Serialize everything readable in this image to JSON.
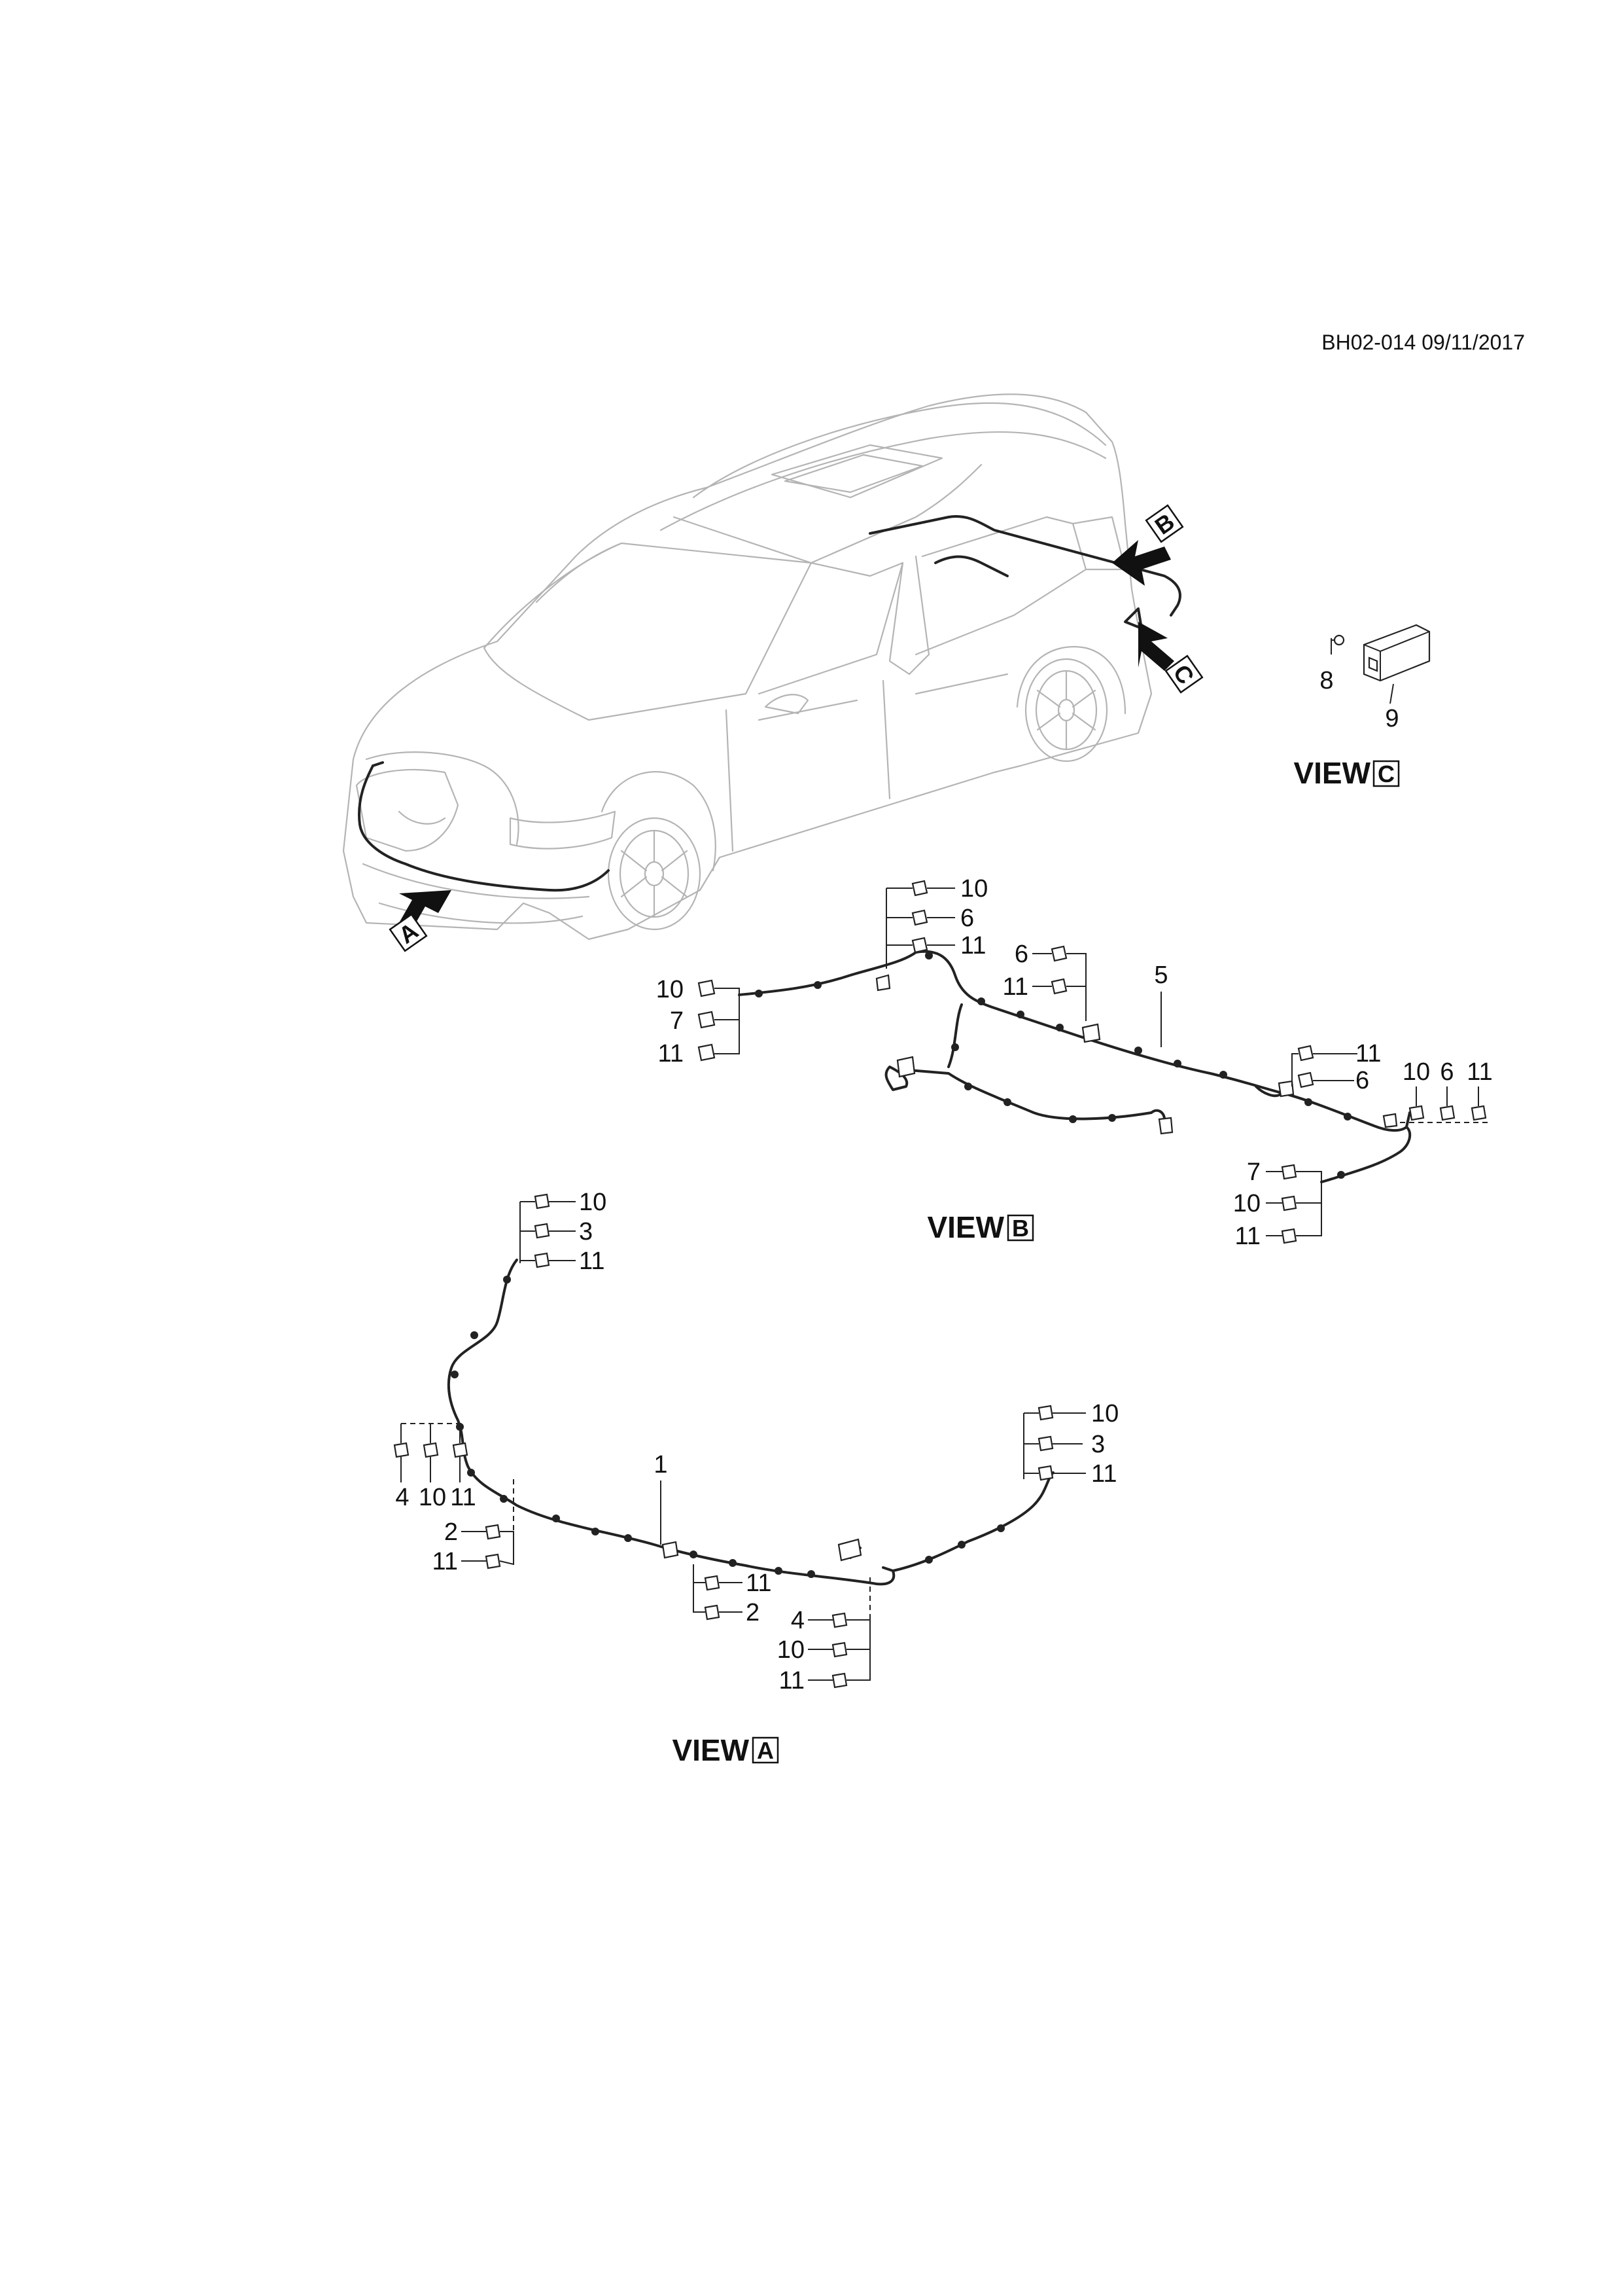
{
  "header": {
    "doc_code": "BH02-014 09/11/2017"
  },
  "view_word": "VIEW",
  "views": {
    "a": "A",
    "b": "B",
    "c": "C"
  },
  "callouts": {
    "p1": "1",
    "p2": "2",
    "p3": "3",
    "p4": "4",
    "p5": "5",
    "p6": "6",
    "p7": "7",
    "p8": "8",
    "p9": "9",
    "p10": "10",
    "p11": "11"
  }
}
